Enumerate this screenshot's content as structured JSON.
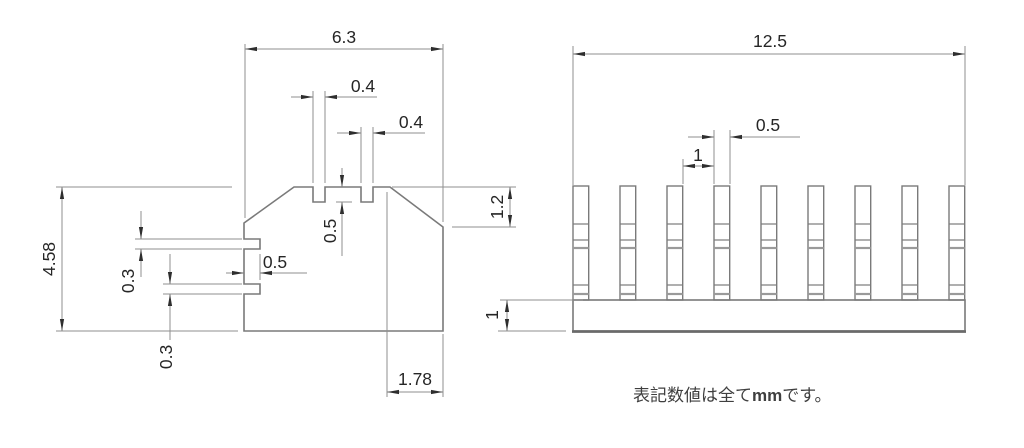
{
  "note": {
    "prefix": "表記数値は全て",
    "unit": "mm",
    "suffix": "です。"
  },
  "side_view": {
    "label": "side-section-view",
    "dims": {
      "overall_width": "6.3",
      "top_slot_a_width": "0.4",
      "top_slot_b_width": "0.4",
      "right_chamfer_height": "1.2",
      "top_slot_depth": "0.5",
      "overall_height": "4.58",
      "left_slot_a_width": "0.3",
      "left_slot_b_width": "0.3",
      "left_slot_depth": "0.5",
      "right_chamfer_width": "1.78"
    }
  },
  "front_view": {
    "label": "front-view",
    "fin_count": 9,
    "dims": {
      "overall_width": "12.5",
      "fin_gap": "1",
      "fin_width": "0.5",
      "base_height": "1"
    }
  },
  "colors": {
    "line": "#7a7a7a",
    "dim": "#8f8f8f",
    "arrow": "#2e2e2e",
    "text": "#262626",
    "note": "#3f3f3f",
    "bg": "#ffffff"
  }
}
